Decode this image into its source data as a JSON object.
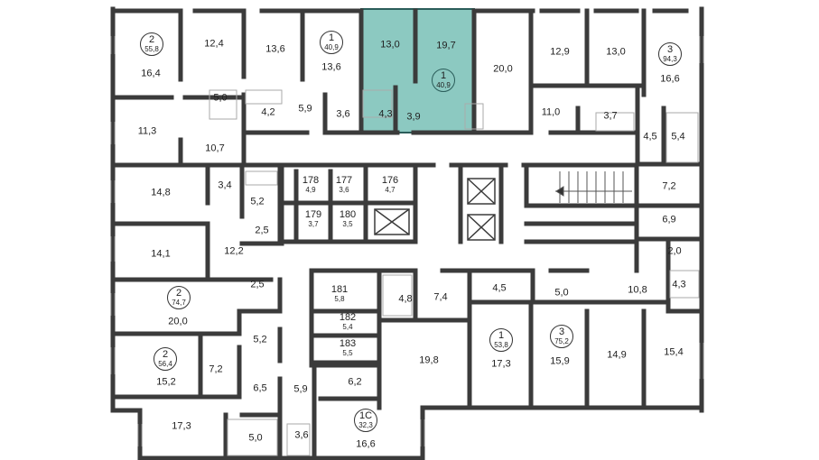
{
  "plan": {
    "colors": {
      "wall": "#3b3b3b",
      "highlight": "#8cc9c1",
      "highlight_border": "#2b5d5a",
      "fixture": "#bbbbbb"
    },
    "apartments": [
      {
        "id": "apt-2-55",
        "rooms": "2",
        "area": "55,8"
      },
      {
        "id": "apt-1-40-left",
        "rooms": "1",
        "area": "40,9"
      },
      {
        "id": "apt-1-40-selected",
        "rooms": "1",
        "area": "40,9"
      },
      {
        "id": "apt-3-94",
        "rooms": "3",
        "area": "94,3"
      },
      {
        "id": "apt-2-74",
        "rooms": "2",
        "area": "74,7"
      },
      {
        "id": "apt-2-56",
        "rooms": "2",
        "area": "56,4"
      },
      {
        "id": "apt-1-53",
        "rooms": "1",
        "area": "53,8"
      },
      {
        "id": "apt-3-75",
        "rooms": "3",
        "area": "75,2"
      },
      {
        "id": "apt-1c-32",
        "rooms": "1С",
        "area": "32,3"
      }
    ],
    "storage": [
      {
        "num": "178",
        "area": "4,9"
      },
      {
        "num": "177",
        "area": "3,6"
      },
      {
        "num": "176",
        "area": "4,7"
      },
      {
        "num": "179",
        "area": "3,7"
      },
      {
        "num": "180",
        "area": "3,5"
      },
      {
        "num": "181",
        "area": "5,8"
      },
      {
        "num": "182",
        "area": "5,4"
      },
      {
        "num": "183",
        "area": "5,5"
      }
    ],
    "rooms": [
      "16,4",
      "12,4",
      "13,6",
      "13,6",
      "13,0",
      "19,7",
      "20,0",
      "12,9",
      "13,0",
      "16,6",
      "5,0",
      "4,2",
      "5,9",
      "3,6",
      "4,3",
      "3,9",
      "11,0",
      "3,7",
      "4,5",
      "5,4",
      "11,3",
      "10,7",
      "7,2",
      "14,8",
      "3,4",
      "5,2",
      "6,9",
      "2,5",
      "2,0",
      "14,1",
      "12,2",
      "4,3",
      "2,5",
      "4,8",
      "7,4",
      "4,5",
      "5,0",
      "10,8",
      "20,0",
      "5,2",
      "19,8",
      "17,3",
      "15,9",
      "14,9",
      "15,4",
      "7,2",
      "15,2",
      "6,5",
      "5,9",
      "6,2",
      "17,3",
      "5,0",
      "3,6",
      "16,6"
    ]
  }
}
